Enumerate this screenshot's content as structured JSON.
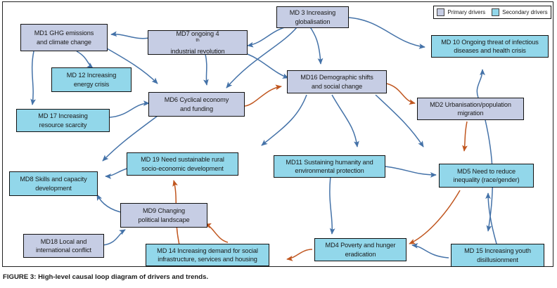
{
  "figure": {
    "caption": "FIGURE 3: High-level causal loop diagram of drivers and trends.",
    "colors": {
      "primary_fill": "#c6cde4",
      "secondary_fill": "#92d7ea",
      "primary_arrow": "#4472a8",
      "secondary_arrow": "#c0561f",
      "border": "#111111",
      "background": "#ffffff"
    }
  },
  "legend": {
    "items": [
      {
        "label": "Primary drivers",
        "swatch": "primary"
      },
      {
        "label": "Secondary drivers",
        "swatch": "secondary"
      }
    ]
  },
  "nodes": [
    {
      "id": "md1",
      "label": "MD1 GHG emissions and climate change",
      "type": "primary"
    },
    {
      "id": "md12",
      "label": "MD 12 Increasing energy crisis",
      "type": "secondary"
    },
    {
      "id": "md17",
      "label": "MD 17 Increasing resource scarcity",
      "type": "secondary"
    },
    {
      "id": "md7",
      "label": "MD7 ongoing 4th industrial revolution",
      "type": "primary"
    },
    {
      "id": "md3",
      "label": "MD 3 Increasing globalisation",
      "type": "primary"
    },
    {
      "id": "md10",
      "label": "MD 10 Ongoing threat of infectious diseases and health crisis",
      "type": "secondary"
    },
    {
      "id": "md16",
      "label": "MD16 Demographic shifts and social change",
      "type": "primary"
    },
    {
      "id": "md6",
      "label": "MD6 Cyclical economy and funding",
      "type": "primary"
    },
    {
      "id": "md2",
      "label": "MD2 Urbanisation/population migration",
      "type": "primary"
    },
    {
      "id": "md19",
      "label": "MD 19 Need sustainable rural socio-economic development",
      "type": "secondary"
    },
    {
      "id": "md11",
      "label": "MD11 Sustaining humanity and environmental protection",
      "type": "secondary"
    },
    {
      "id": "md5",
      "label": "MD5 Need to reduce inequality (race/gender)",
      "type": "secondary"
    },
    {
      "id": "md8",
      "label": "MD8 Skills and capacity development",
      "type": "secondary"
    },
    {
      "id": "md9",
      "label": "MD9 Changing political landscape",
      "type": "primary"
    },
    {
      "id": "md18",
      "label": "MD18 Local and international conflict",
      "type": "primary"
    },
    {
      "id": "md14",
      "label": "MD 14 Increasing demand for social infrastructure, services and housing",
      "type": "secondary"
    },
    {
      "id": "md4",
      "label": "MD4 Poverty and hunger eradication",
      "type": "secondary"
    },
    {
      "id": "md15",
      "label": "MD 15 Increasing youth disillusionment",
      "type": "secondary"
    }
  ],
  "node_lines": {
    "md1": [
      "MD1 GHG emissions",
      "and climate change"
    ],
    "md12": [
      "MD 12 Increasing",
      "energy crisis"
    ],
    "md17": [
      "MD 17 Increasing",
      "resource scarcity"
    ],
    "md7": [
      "MD7 ongoing 4",
      "industrial revolution"
    ],
    "md3": [
      "MD 3 Increasing",
      "globalisation"
    ],
    "md10": [
      "MD 10 Ongoing threat of infectious",
      "diseases and health crisis"
    ],
    "md16": [
      "MD16 Demographic shifts",
      "and social change"
    ],
    "md6": [
      "MD6 Cyclical economy",
      "and funding"
    ],
    "md2": [
      "MD2 Urbanisation/population",
      "migration"
    ],
    "md19": [
      "MD 19 Need sustainable rural",
      "socio-economic development"
    ],
    "md11": [
      "MD11 Sustaining humanity and",
      "environmental protection"
    ],
    "md5": [
      "MD5 Need to reduce",
      "inequality (race/gender)"
    ],
    "md8": [
      "MD8 Skills and capacity",
      "development"
    ],
    "md9": [
      "MD9 Changing",
      "political landscape"
    ],
    "md18": [
      "MD18 Local and",
      "international conflict"
    ],
    "md14": [
      "MD 14 Increasing demand for social",
      "infrastructure, services and housing"
    ],
    "md4": [
      "MD4 Poverty and hunger",
      "eradication"
    ],
    "md15": [
      "MD 15 Increasing youth",
      "disillusionment"
    ]
  },
  "chart_data": {
    "type": "diagram",
    "title": "High-level causal loop diagram of drivers and trends",
    "edges": [
      {
        "from": "md7",
        "to": "md1",
        "color": "blue"
      },
      {
        "from": "md1",
        "to": "md12",
        "color": "blue"
      },
      {
        "from": "md1",
        "to": "md17",
        "color": "blue"
      },
      {
        "from": "md3",
        "to": "md7",
        "color": "blue"
      },
      {
        "from": "md3",
        "to": "md10",
        "color": "blue"
      },
      {
        "from": "md3",
        "to": "md16",
        "color": "blue"
      },
      {
        "from": "md3",
        "to": "md6",
        "color": "blue"
      },
      {
        "from": "md7",
        "to": "md6",
        "color": "blue"
      },
      {
        "from": "md1",
        "to": "md6",
        "color": "blue"
      },
      {
        "from": "md17",
        "to": "md6",
        "color": "blue"
      },
      {
        "from": "md7",
        "to": "md16",
        "color": "blue"
      },
      {
        "from": "md6",
        "to": "md16",
        "color": "orange"
      },
      {
        "from": "md16",
        "to": "md2",
        "color": "orange"
      },
      {
        "from": "md2",
        "to": "md10",
        "color": "blue"
      },
      {
        "from": "md2",
        "to": "md5",
        "color": "orange"
      },
      {
        "from": "md16",
        "to": "md19",
        "color": "blue"
      },
      {
        "from": "md16",
        "to": "md11",
        "color": "blue"
      },
      {
        "from": "md16",
        "to": "md5",
        "color": "blue"
      },
      {
        "from": "md19",
        "to": "md8",
        "color": "blue"
      },
      {
        "from": "md6",
        "to": "md8",
        "color": "blue"
      },
      {
        "from": "md9",
        "to": "md8",
        "color": "blue"
      },
      {
        "from": "md18",
        "to": "md9",
        "color": "blue"
      },
      {
        "from": "md14",
        "to": "md9",
        "color": "orange"
      },
      {
        "from": "md14",
        "to": "md19",
        "color": "orange"
      },
      {
        "from": "md2",
        "to": "md14",
        "color": "blue"
      },
      {
        "from": "md11",
        "to": "md4",
        "color": "blue"
      },
      {
        "from": "md11",
        "to": "md5",
        "color": "blue"
      },
      {
        "from": "md5",
        "to": "md4",
        "color": "orange"
      },
      {
        "from": "md15",
        "to": "md5",
        "color": "blue"
      },
      {
        "from": "md15",
        "to": "md4",
        "color": "blue"
      },
      {
        "from": "md4",
        "to": "md14",
        "color": "orange"
      }
    ]
  }
}
